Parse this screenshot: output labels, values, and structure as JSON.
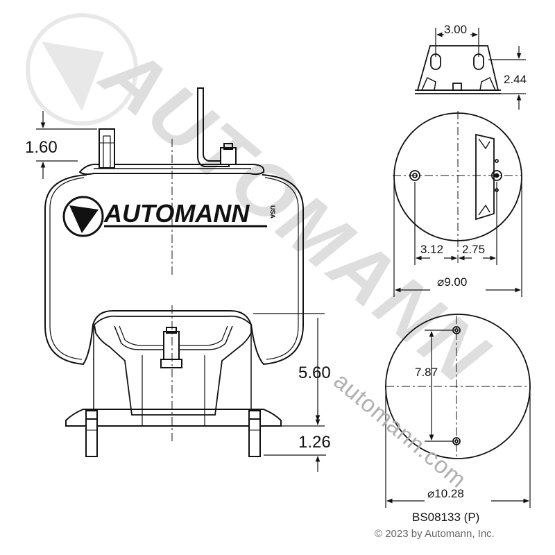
{
  "brand": {
    "logo_text": "AUTOMANN",
    "logo_suffix": "USA",
    "watermark_text": "AUTOMANN",
    "watermark_site": "automann.com"
  },
  "dimensions": {
    "top_height": "1.60",
    "bottom_height": "5.60",
    "stud_length": "1.26",
    "bracket_width": "3.00",
    "bracket_height": "2.44",
    "top_offset_left": "3.12",
    "top_offset_right": "2.75",
    "top_diameter": "⌀9.00",
    "bottom_spacing": "7.87",
    "bottom_diameter": "⌀10.28"
  },
  "part_number": "BS08133 (P)",
  "copyright": "© 2023 by Automann, Inc.",
  "colors": {
    "line": "#111111",
    "watermark": "#c8c8c8"
  }
}
